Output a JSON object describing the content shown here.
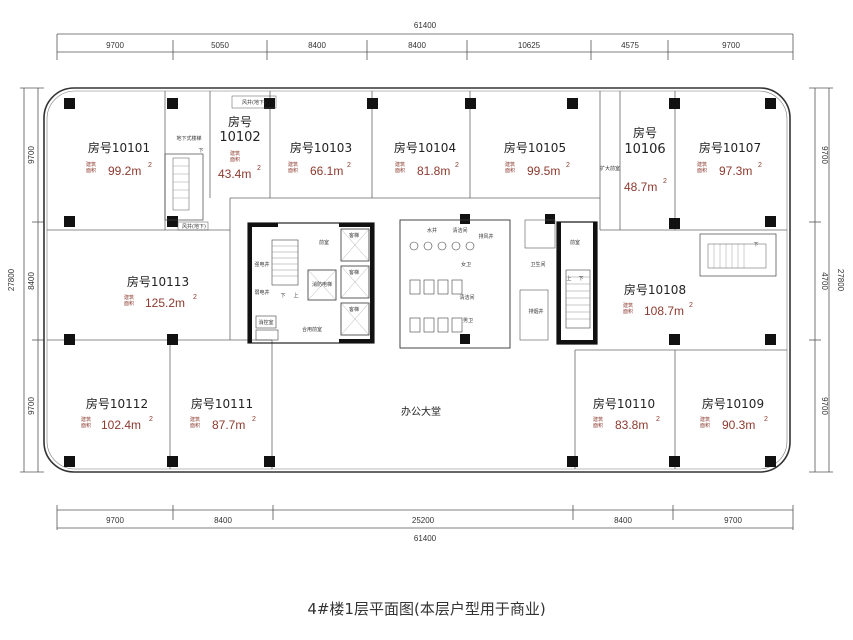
{
  "dims": {
    "top_total": "61400",
    "top": [
      "9700",
      "5050",
      "8400",
      "8400",
      "10625",
      "4575",
      "9700"
    ],
    "bottom": [
      "9700",
      "8400",
      "25200",
      "8400",
      "9700"
    ],
    "bottom_total": "61400",
    "left": [
      "9700",
      "8400",
      "9700"
    ],
    "left_total": "27800",
    "right": [
      "9700",
      "4700",
      "9700"
    ],
    "right_total": "27800"
  },
  "rooms": [
    {
      "no": "房号10101",
      "key1": "建筑",
      "key2": "面积",
      "val": "99.2m",
      "sup": "2"
    },
    {
      "no1": "房号",
      "no2": "10102",
      "key1": "建筑",
      "key2": "面积",
      "val": "43.4m",
      "sup": "2"
    },
    {
      "no": "房号10103",
      "key1": "建筑",
      "key2": "面积",
      "val": "66.1m",
      "sup": "2"
    },
    {
      "no": "房号10104",
      "key1": "建筑",
      "key2": "面积",
      "val": "81.8m",
      "sup": "2"
    },
    {
      "no": "房号10105",
      "key1": "建筑",
      "key2": "面积",
      "val": "99.5m",
      "sup": "2"
    },
    {
      "no1": "房号",
      "no2": "10106",
      "val": "48.7m",
      "sup": "2"
    },
    {
      "no": "房号10107",
      "key1": "建筑",
      "key2": "面积",
      "val": "97.3m",
      "sup": "2"
    },
    {
      "no": "房号10108",
      "key1": "建筑",
      "key2": "面积",
      "val": "108.7m",
      "sup": "2"
    },
    {
      "no": "房号10109",
      "key1": "建筑",
      "key2": "面积",
      "val": "90.3m",
      "sup": "2"
    },
    {
      "no": "房号10110",
      "key1": "建筑",
      "key2": "面积",
      "val": "83.8m",
      "sup": "2"
    },
    {
      "no": "房号10111",
      "key1": "建筑",
      "key2": "面积",
      "val": "87.7m",
      "sup": "2"
    },
    {
      "no": "房号10112",
      "key1": "建筑",
      "key2": "面积",
      "val": "102.4m",
      "sup": "2"
    },
    {
      "no": "房号10113",
      "key1": "建筑",
      "key2": "面积",
      "val": "125.2m",
      "sup": "2"
    }
  ],
  "core": {
    "lobby": "办公大堂",
    "basement_stair": "地下式楼梯",
    "exhaust_a": "风井(地下)",
    "exhaust_b": "风井(地下)",
    "ext_room": "扩大前室",
    "elevator_a": "客梯",
    "elevator_b": "客梯",
    "elevator_c": "客梯",
    "fire_elevator": "消防电梯",
    "elec_room": "强电井",
    "weak_room": "弱电井",
    "front_room": "前室",
    "control_room": "消控室",
    "water_well": "水井",
    "cleaning": "清洁间",
    "toilet": "女卫",
    "toilet_b": "男卫",
    "restroom": "卫生间",
    "pipe": "排风井",
    "smoke": "排烟井",
    "stair_up": "上",
    "stair_down": "下",
    "lobby_hall": "合用前室"
  },
  "caption": "4#楼1层平面图(本层户型用于商业)"
}
